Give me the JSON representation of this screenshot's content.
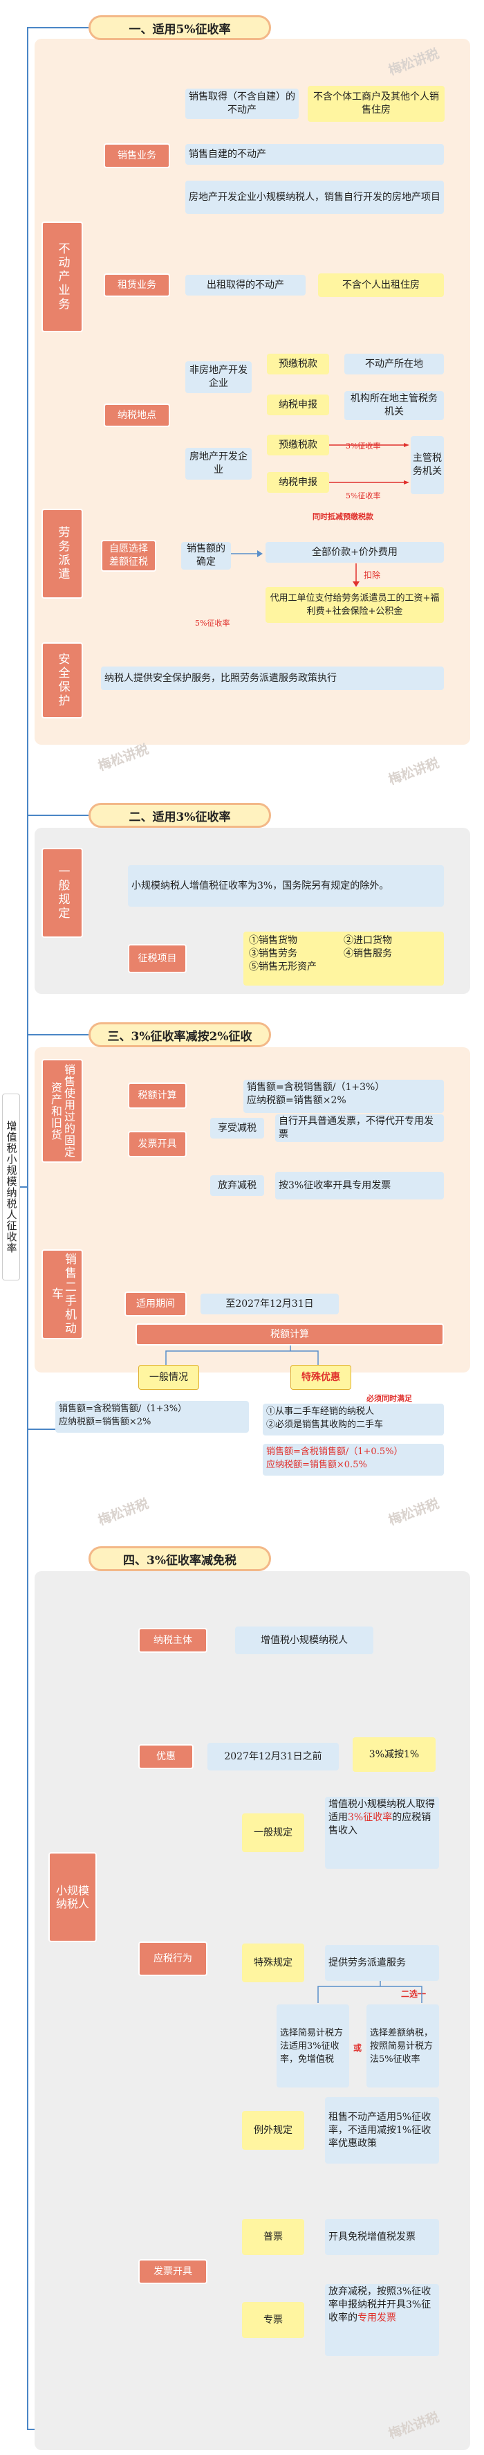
{
  "root": {
    "label": "增值税小规模纳税人征收率"
  },
  "watermark": "梅松讲税",
  "s1": {
    "header": "一、适用5%征收率",
    "real_estate": "不动产业务",
    "sale": "销售业务",
    "sale_a": "销售取得（不含自建）的不动产",
    "sale_a_note": "不含个体工商户及其他个人销售住房",
    "sale_b": "销售自建的不动产",
    "sale_c": "房地产开发企业小规模纳税人，销售自行开发的房地产项目",
    "lease": "租赁业务",
    "lease_a": "出租取得的不动产",
    "lease_a_note": "不含个人出租住房",
    "place": "纳税地点",
    "non_re": "非房地产开发企业",
    "prepay": "预缴税款",
    "prepay_a": "不动产所在地",
    "file": "纳税申报",
    "file_a": "机构所在地主管税务机关",
    "re_dev": "房地产开发企业",
    "prepay2": "预缴税款",
    "file2": "纳税申报",
    "rate3": "3%征收率",
    "rate5": "5%征收率",
    "tax_office": "主管税务机关",
    "deduct_note": "同时抵减预缴税款",
    "labor": "劳务派遣",
    "diff": "自愿选择差额征税",
    "amount": "销售额的确定",
    "total": "全部价款+价外费用",
    "deduct": "扣除",
    "deduct_items": "代用工单位支付给劳务派遣员工的工资+福利费+社会保险+公积金",
    "rate5b": "5%征收率",
    "security": "安全保护",
    "security_text": "纳税人提供安全保护服务，比照劳务派遣服务政策执行"
  },
  "s2": {
    "header": "二、适用3%征收率",
    "general": "一般规定",
    "general_text": "小规模纳税人增值税征收率为3%，国务院另有规定的除外。",
    "items": "征税项目",
    "items_list": [
      "①销售货物",
      "②进口货物",
      "③销售劳务",
      "④销售服务",
      "⑤销售无形资产"
    ]
  },
  "s3": {
    "header": "三、3%征收率减按2%征收",
    "used": "销售使用过的固定资产和旧货",
    "calc": "税额计算",
    "calc_text1": "销售额=含税销售额/（1+3%）",
    "calc_text2": "应纳税额=销售额×2%",
    "invoice": "发票开具",
    "enjoy": "享受减税",
    "enjoy_text": "自行开具普通发票，不得代开专用发票",
    "give_up": "放弃减税",
    "give_up_text": "按3%征收率开具专用发票",
    "car": "销售二手机动车",
    "period": "适用期间",
    "period_text": "至2027年12月31日",
    "calc2": "税额计算",
    "general": "一般情况",
    "general_text1": "销售额=含税销售额/（1+3%）",
    "general_text2": "应纳税额=销售额×2%",
    "special": "特殊优惠",
    "must": "必须同时满足",
    "cond1": "①从事二手车经销的纳税人",
    "cond2": "②必须是销售其收购的二手车",
    "special_text1": "销售额=含税销售额/（1+0.5%）",
    "special_text2": "应纳税额=销售额×0.5%"
  },
  "s4": {
    "header": "四、3%征收率减免税",
    "small": "小规模纳税人",
    "subject": "纳税主体",
    "subject_text": "增值税小规模纳税人",
    "preferential": "优惠",
    "pref_date": "2027年12月31日之前",
    "pref_rate": "3%减按1%",
    "behavior": "应税行为",
    "general": "一般规定",
    "general_text_a": "增值税小规模纳税人取得适用",
    "general_text_red": "3%征收率",
    "general_text_b": "的应税销售收入",
    "special": "特殊规定",
    "special_text": "提供劳务派遣服务",
    "choose_one": "二选一",
    "opt1": "选择简易计税方法适用3%征收率，免增值税",
    "or": "或",
    "opt2": "选择差额纳税，按照简易计税方法5%征收率",
    "exception": "例外规定",
    "exception_text": "租售不动产适用5%征收率，不适用减按1%征收率优惠政策",
    "invoice": "发票开具",
    "ordinary": "普票",
    "ordinary_text": "开具免税增值税发票",
    "special_inv": "专票",
    "special_inv_a": "放弃减税，按照3%征收率申报纳税并开具3%征收率的",
    "special_inv_red": "专用发票"
  }
}
